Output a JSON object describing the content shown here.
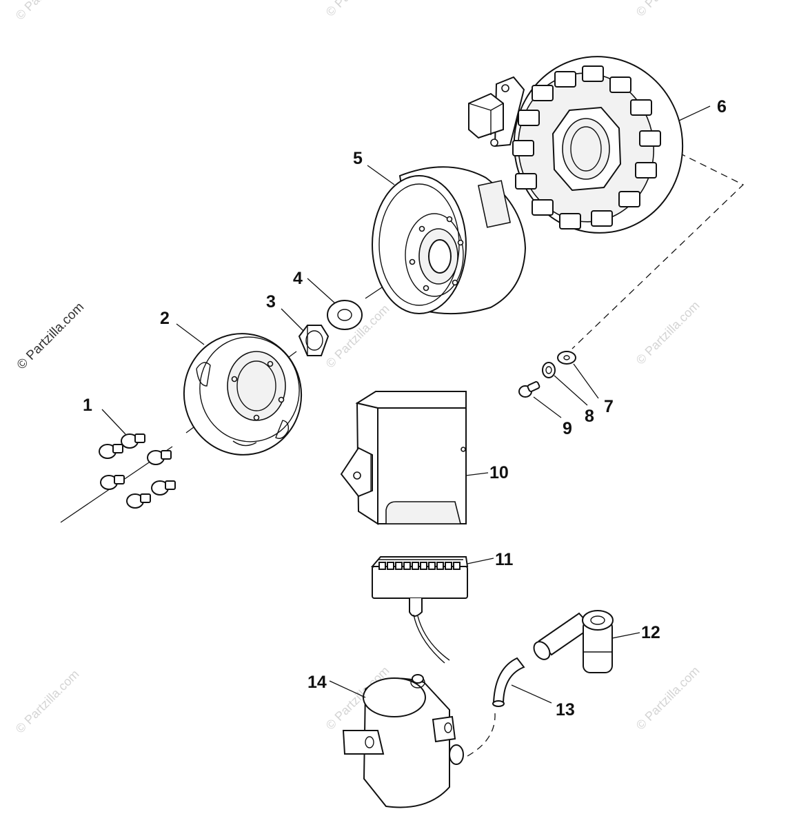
{
  "watermark": {
    "main": "© Partzilla.com",
    "faint": "© Partzilla.com"
  },
  "callouts": {
    "c1": "1",
    "c2": "2",
    "c3": "3",
    "c4": "4",
    "c5": "5",
    "c6": "6",
    "c7": "7",
    "c8": "8",
    "c9": "9",
    "c10": "10",
    "c11": "11",
    "c12": "12",
    "c13": "13",
    "c14": "14"
  }
}
